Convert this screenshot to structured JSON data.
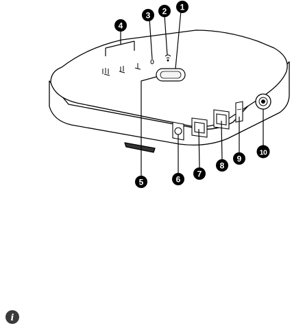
{
  "diagram": {
    "callouts": [
      {
        "number": "1",
        "part": "power-button"
      },
      {
        "number": "2",
        "part": "wifi-indicator"
      },
      {
        "number": "3",
        "part": "status-indicator"
      },
      {
        "number": "4",
        "part": "signal-strength-indicators"
      },
      {
        "number": "5",
        "part": "wps-button"
      },
      {
        "number": "6",
        "part": "power-port"
      },
      {
        "number": "7",
        "part": "lan-wan-port"
      },
      {
        "number": "8",
        "part": "lan-port"
      },
      {
        "number": "9",
        "part": "power-switch"
      },
      {
        "number": "10",
        "part": "external-antenna-port"
      }
    ],
    "note": {
      "icon": "info-icon",
      "glyph": "i"
    }
  }
}
